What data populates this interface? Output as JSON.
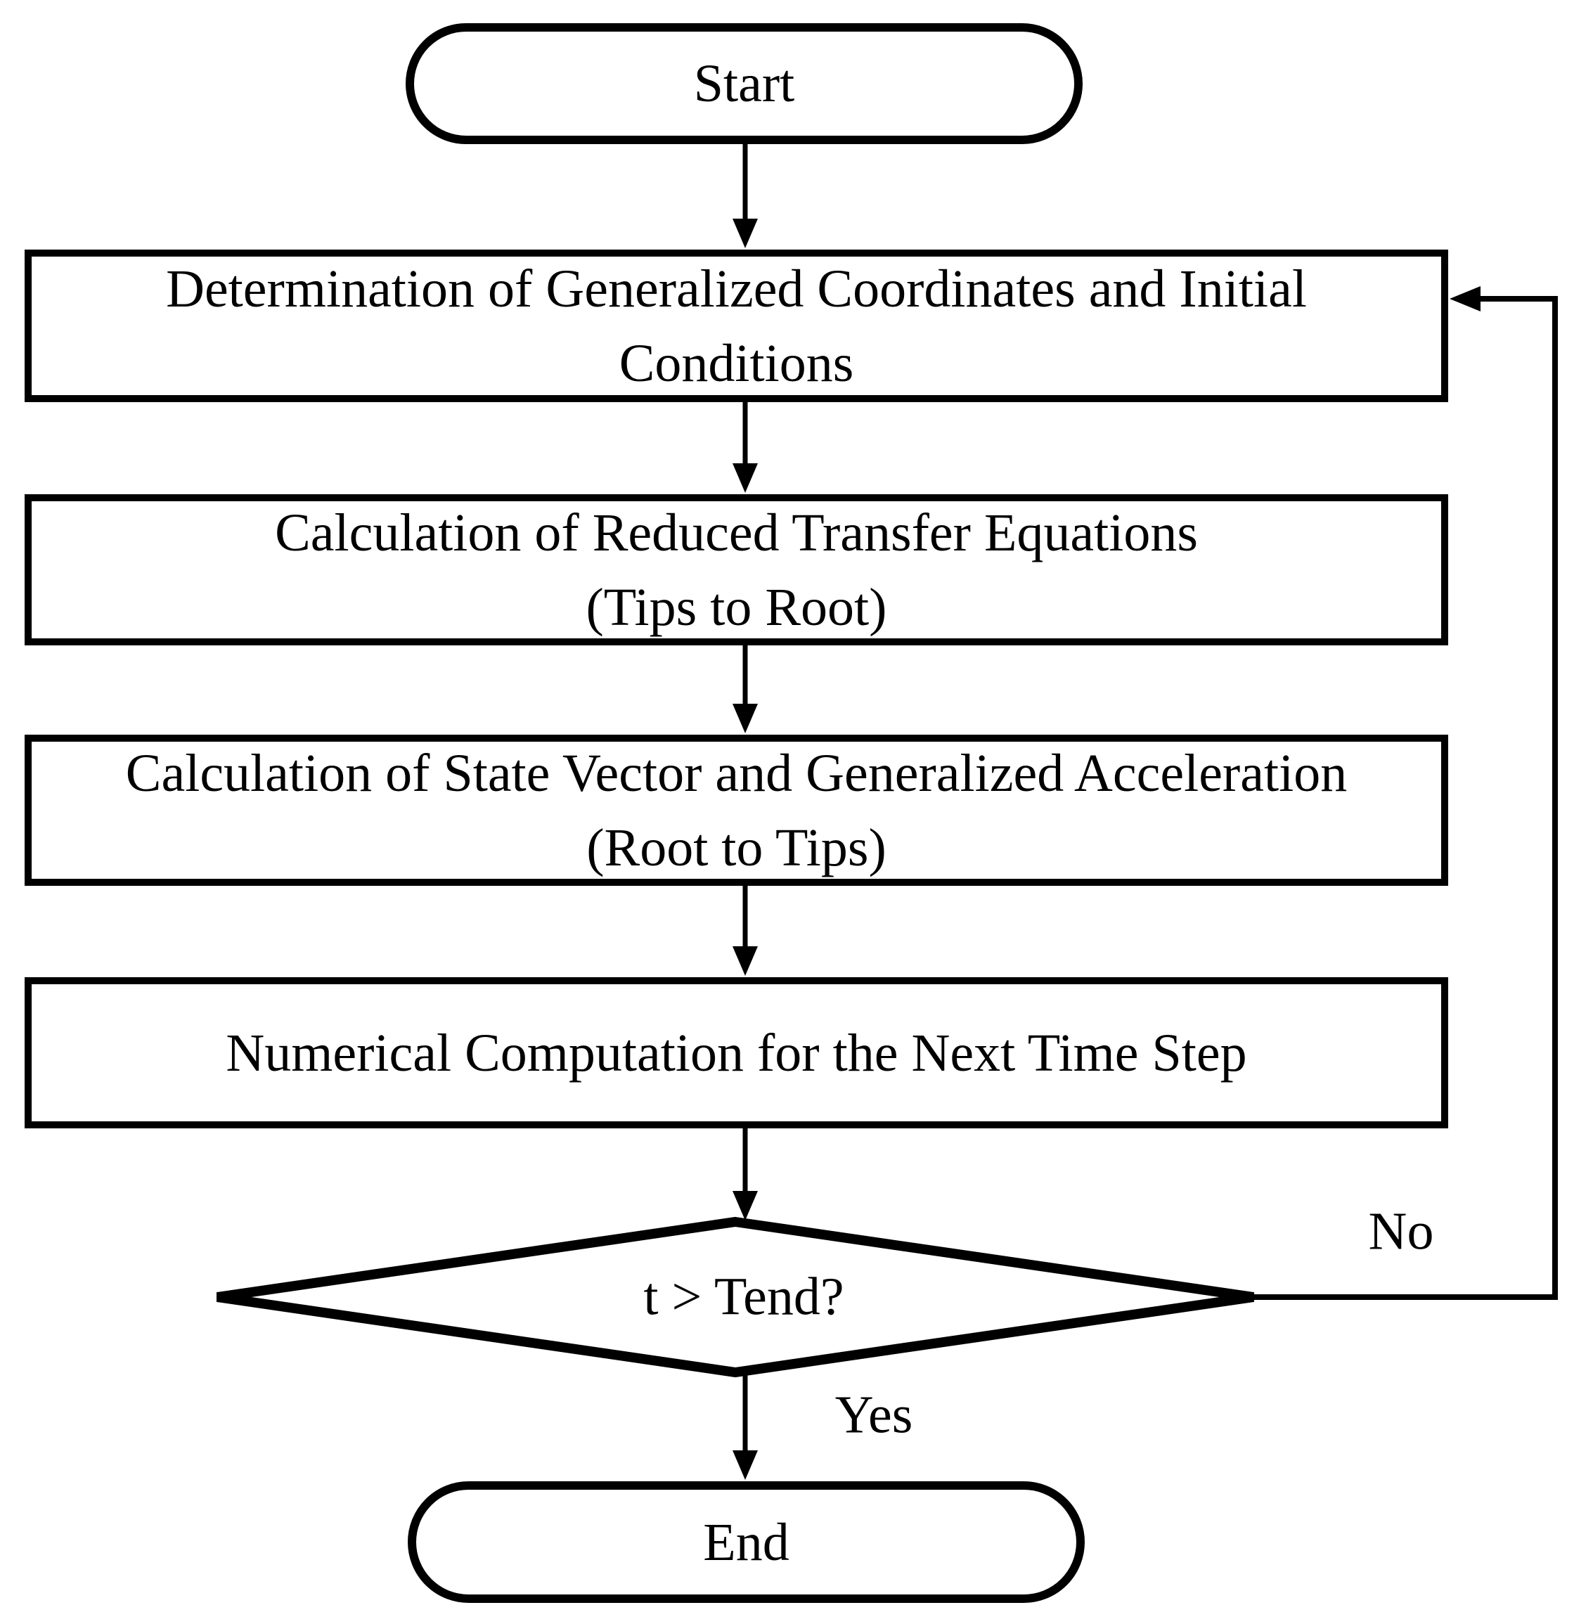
{
  "canvas": {
    "background_color": "#ffffff",
    "stroke_color": "#000000",
    "text_color": "#000000"
  },
  "flowchart": {
    "start": {
      "label": "Start"
    },
    "steps": [
      {
        "lines": [
          "Determination of Generalized Coordinates and Initial",
          "Conditions"
        ]
      },
      {
        "lines": [
          "Calculation of Reduced Transfer Equations",
          "(Tips to Root)"
        ]
      },
      {
        "lines": [
          "Calculation of State Vector and Generalized Acceleration",
          "(Root to Tips)"
        ]
      },
      {
        "lines": [
          "Numerical Computation for the Next Time Step"
        ]
      }
    ],
    "decision": {
      "label": "t > Tend?",
      "yes_label": "Yes",
      "no_label": "No"
    },
    "end": {
      "label": "End"
    }
  }
}
